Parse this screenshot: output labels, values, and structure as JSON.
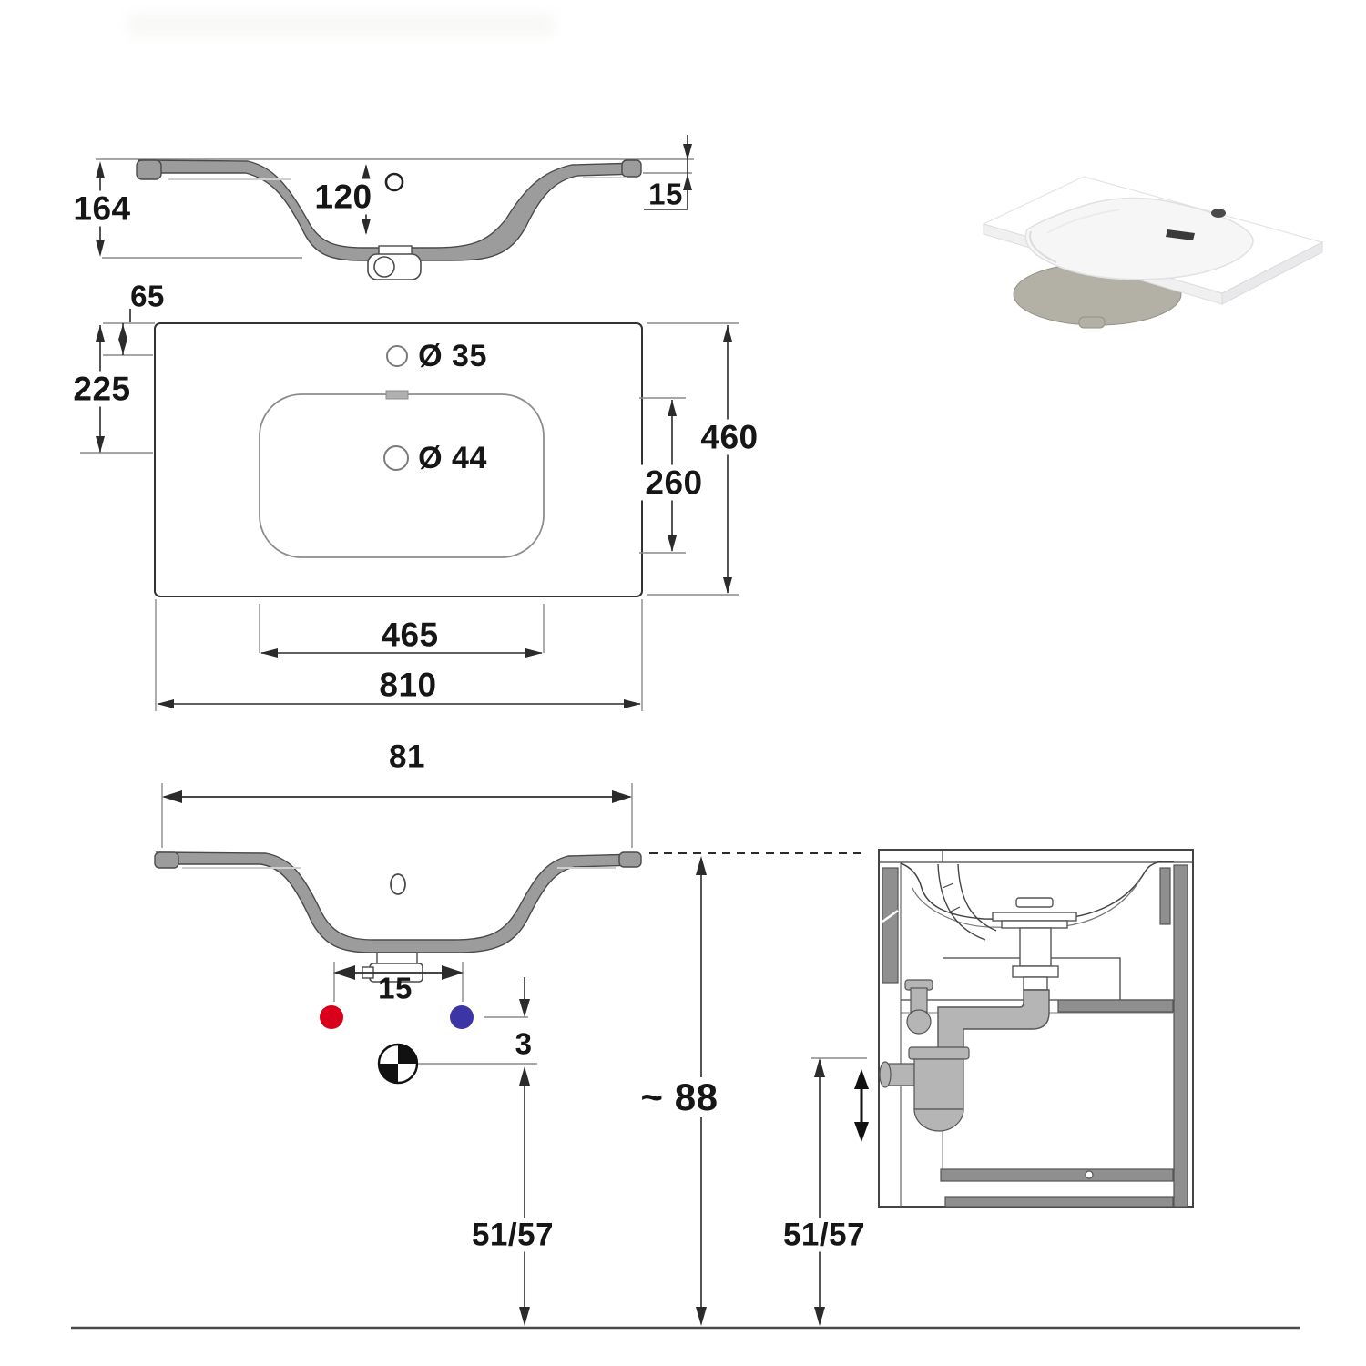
{
  "document": {
    "type": "washbasin-technical-drawing",
    "views": [
      "cross-section",
      "plan",
      "front-elevation",
      "cabinet-side-section",
      "product-photo"
    ]
  },
  "section_view": {
    "total_depth": "164",
    "bowl_depth": "120",
    "rim_thickness": "15"
  },
  "plan_view": {
    "tap_hole_offset": "65",
    "drain_offset": "225",
    "tap_hole_diameter": "Ø 35",
    "drain_hole_diameter": "Ø 44",
    "total_depth": "460",
    "bowl_depth": "260",
    "bowl_width": "465",
    "total_width": "810"
  },
  "front_view": {
    "total_width": "81",
    "supply_spacing": "15",
    "drain_offset": "3",
    "overall_height": "~ 88",
    "left_connection_height": "51/57",
    "right_connection_height": "51/57"
  },
  "colors": {
    "hot_supply": "#d9001c",
    "cold_supply": "#3c35a5",
    "drawing_gray": "#9c9c9c",
    "cabinet_gray": "#8f8f8f",
    "pipe_gray": "#b5b5b5"
  }
}
